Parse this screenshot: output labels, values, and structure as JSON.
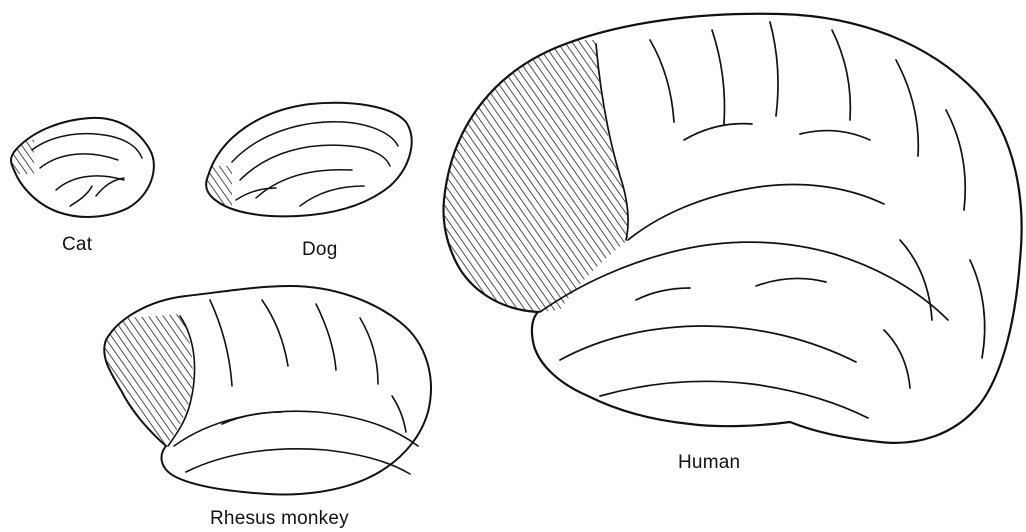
{
  "labels": {
    "cat": "Cat",
    "dog": "Dog",
    "monkey": "Rhesus monkey",
    "human": "Human"
  },
  "colors": {
    "ink": "#111111",
    "fill": "#ffffff",
    "hatch": "#222222"
  }
}
